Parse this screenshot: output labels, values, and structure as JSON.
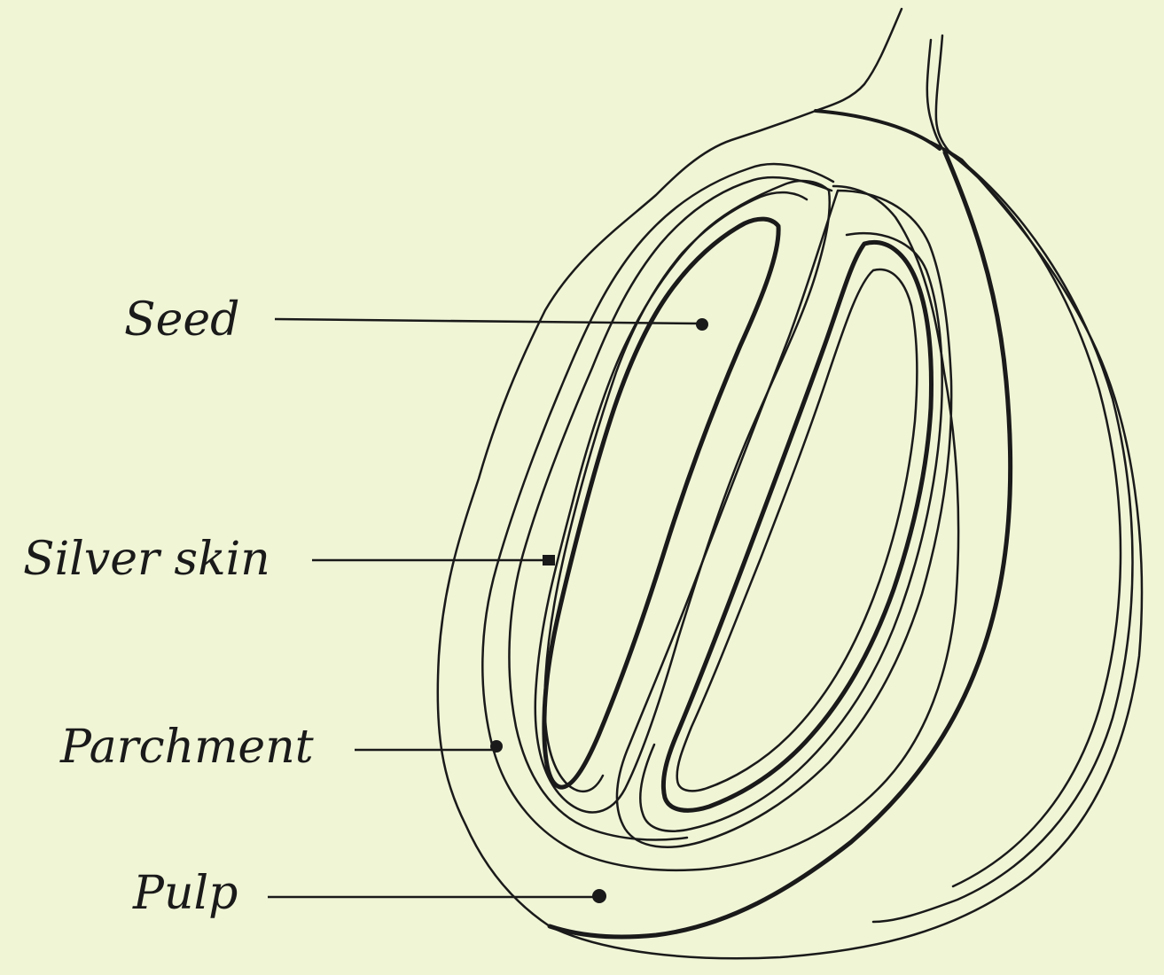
{
  "diagram": {
    "labels": {
      "seed": "Seed",
      "silver_skin": "Silver skin",
      "parchment": "Parchment",
      "pulp": "Pulp"
    },
    "colors": {
      "background": "#f0f5d6",
      "ink": "#1a1a1a"
    }
  }
}
